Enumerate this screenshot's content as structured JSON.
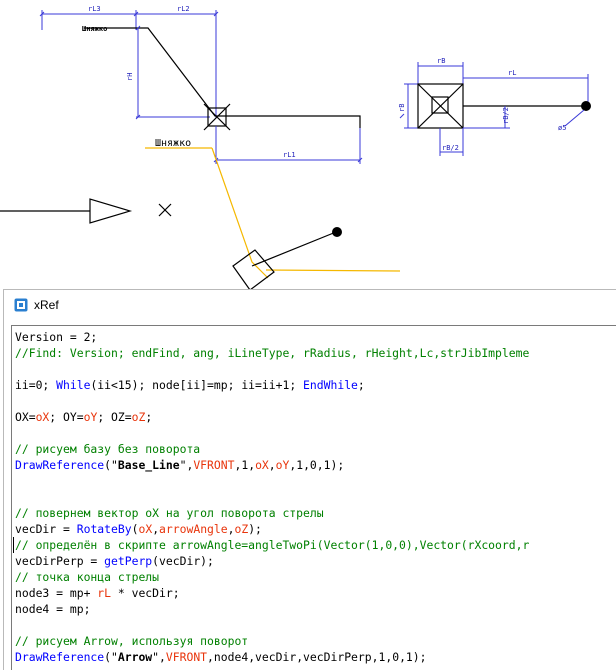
{
  "drawing": {
    "labels": {
      "rL3": "rL3",
      "rL2": "rL2",
      "rH": "rH",
      "rL1": "rL1",
      "name_small": "Шняжко",
      "name_big": "Шняжко",
      "rB": "rB",
      "rB_left": "rB",
      "rL": "rL",
      "rB2_right": "rB/2",
      "rB2_bottom": "rB/2",
      "d5": "ø5"
    },
    "colors": {
      "dimension": "#3a3ad8",
      "yellow": "#f5b800",
      "ink": "#000000"
    }
  },
  "window": {
    "title": "xRef",
    "code_lines": [
      [
        {
          "t": "Version = 2;",
          "c": "plain"
        }
      ],
      [
        {
          "t": "//Find: Version; endFind, ang, iLineType, rRadius, rHeight,Lc,strJibImpleme",
          "c": "cm"
        }
      ],
      [],
      [
        {
          "t": "ii=0; ",
          "c": "plain"
        },
        {
          "t": "While",
          "c": "kw"
        },
        {
          "t": "(ii<15); node[ii]=mp; ii=ii+1; ",
          "c": "plain"
        },
        {
          "t": "EndWhile",
          "c": "kw"
        },
        {
          "t": ";",
          "c": "plain"
        }
      ],
      [],
      [
        {
          "t": "OX=",
          "c": "plain"
        },
        {
          "t": "oX",
          "c": "var"
        },
        {
          "t": "; OY=",
          "c": "plain"
        },
        {
          "t": "oY",
          "c": "var"
        },
        {
          "t": "; OZ=",
          "c": "plain"
        },
        {
          "t": "oZ",
          "c": "var"
        },
        {
          "t": ";",
          "c": "plain"
        }
      ],
      [],
      [
        {
          "t": "// рисуем базу без поворота",
          "c": "cm"
        }
      ],
      [
        {
          "t": "DrawReference",
          "c": "fn"
        },
        {
          "t": "(\"",
          "c": "plain"
        },
        {
          "t": "Base_Line",
          "c": "str"
        },
        {
          "t": "\",",
          "c": "plain"
        },
        {
          "t": "VFRONT",
          "c": "var"
        },
        {
          "t": ",1,",
          "c": "plain"
        },
        {
          "t": "oX",
          "c": "var"
        },
        {
          "t": ",",
          "c": "plain"
        },
        {
          "t": "oY",
          "c": "var"
        },
        {
          "t": ",1,0,1);",
          "c": "plain"
        }
      ],
      [],
      [],
      [
        {
          "t": "// повернем вектор oX на угол поворота стрелы",
          "c": "cm"
        }
      ],
      [
        {
          "t": "vecDir = ",
          "c": "plain"
        },
        {
          "t": "RotateBy",
          "c": "fn"
        },
        {
          "t": "(",
          "c": "plain"
        },
        {
          "t": "oX",
          "c": "var"
        },
        {
          "t": ",",
          "c": "plain"
        },
        {
          "t": "arrowAngle",
          "c": "var"
        },
        {
          "t": ",",
          "c": "plain"
        },
        {
          "t": "oZ",
          "c": "var"
        },
        {
          "t": ");",
          "c": "plain"
        }
      ],
      [
        {
          "t": "// определён в скрипте arrowAngle=angleTwoPi(Vector(1,0,0),Vector(rXcoord,r",
          "c": "cm",
          "caret": true
        }
      ],
      [
        {
          "t": "vecDirPerp = ",
          "c": "plain"
        },
        {
          "t": "getPerp",
          "c": "fn"
        },
        {
          "t": "(vecDir);",
          "c": "plain"
        }
      ],
      [
        {
          "t": "// точка конца стрелы",
          "c": "cm"
        }
      ],
      [
        {
          "t": "node3 = mp+ ",
          "c": "plain"
        },
        {
          "t": "rL",
          "c": "var"
        },
        {
          "t": " * vecDir;",
          "c": "plain"
        }
      ],
      [
        {
          "t": "node4 = mp;",
          "c": "plain"
        }
      ],
      [],
      [
        {
          "t": "// рисуем Arrow, используя поворот",
          "c": "cm"
        }
      ],
      [
        {
          "t": "DrawReference",
          "c": "fn"
        },
        {
          "t": "(\"",
          "c": "plain"
        },
        {
          "t": "Arrow",
          "c": "str"
        },
        {
          "t": "\",",
          "c": "plain"
        },
        {
          "t": "VFRONT",
          "c": "var"
        },
        {
          "t": ",node4,vecDir,vecDirPerp,1,0,1);",
          "c": "plain"
        }
      ]
    ]
  }
}
